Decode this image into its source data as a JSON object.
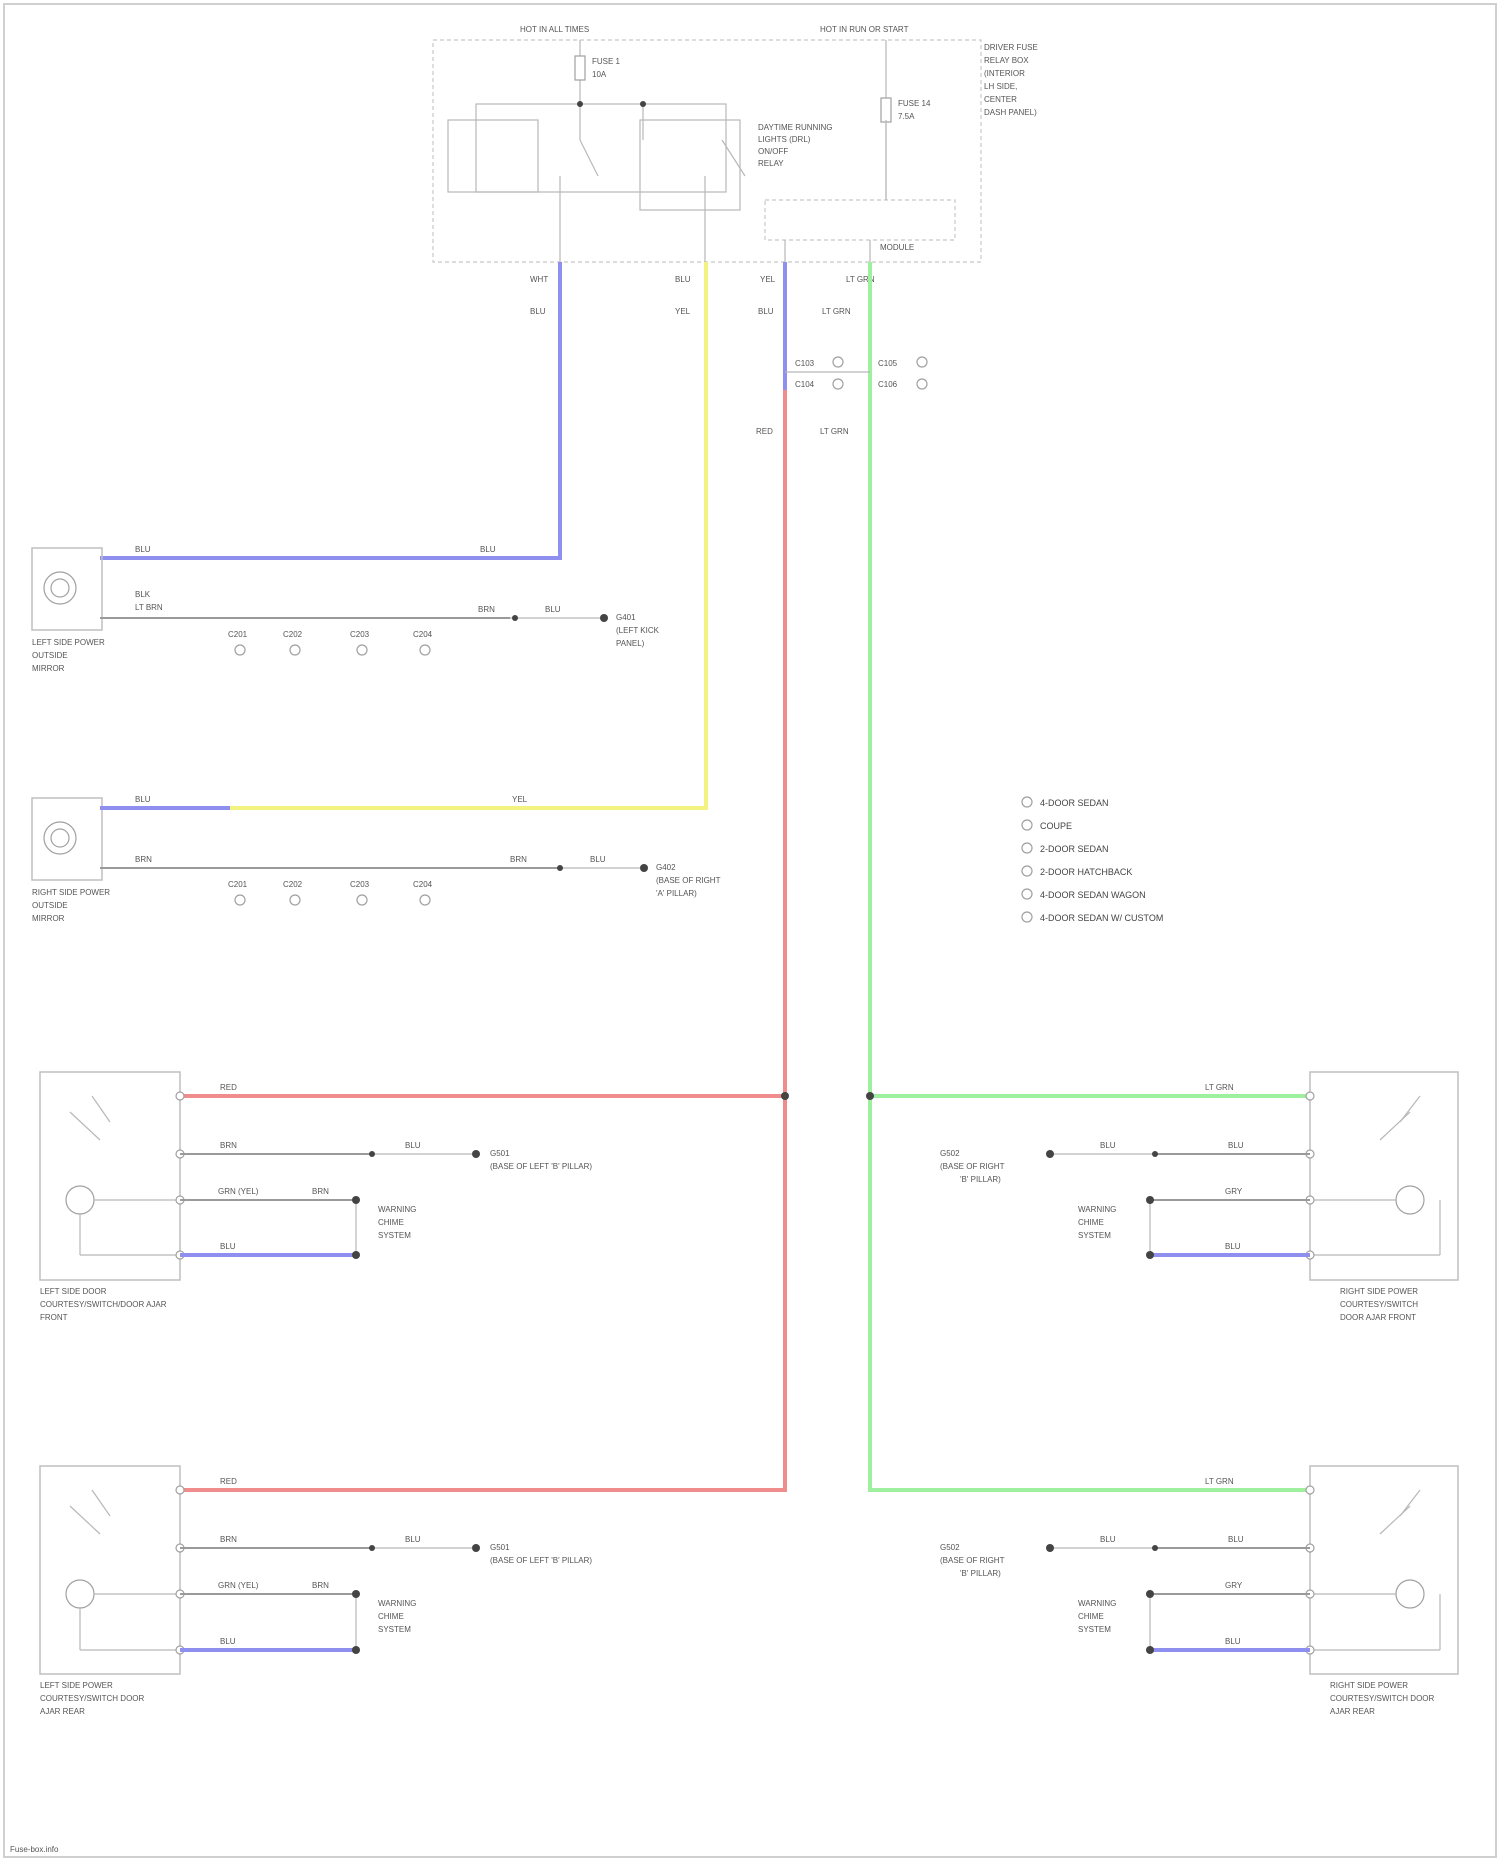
{
  "page": {
    "watermark": "Fuse-box.info"
  },
  "module": {
    "lbl_hot_all": "HOT IN ALL TIMES",
    "lbl_hot_run": "HOT IN RUN OR START",
    "module_title": [
      "DRIVER FUSE",
      "RELAY BOX",
      "(INTERIOR",
      "LH SIDE,",
      "CENTER",
      "DASH PANEL)"
    ],
    "fuse_a": [
      "FUSE 1",
      "10A"
    ],
    "fuse_b": [
      "FUSE 14",
      "7.5A"
    ],
    "relay_label": [
      "DAYTIME RUNNING",
      "LIGHTS (DRL)",
      "ON/OFF",
      "RELAY"
    ],
    "drl_block": "MODULE",
    "pin_labels": [
      "WHT",
      "BLU",
      "YEL",
      "LT GRN"
    ]
  },
  "wires": {
    "top_colors": [
      "BLU",
      "YEL",
      "BLU",
      "LT GRN"
    ],
    "mid_colors": [
      "RED",
      "LT GRN"
    ],
    "connectors": [
      "C103",
      "C104",
      "C105",
      "C106"
    ]
  },
  "left_mirror": {
    "label": [
      "LEFT SIDE POWER",
      "OUTSIDE",
      "MIRROR"
    ],
    "top_wire": "BLU",
    "bottom_wire": [
      "BLK",
      "LT BRN"
    ],
    "bottom_wire_end": "BRN",
    "ground_wire": "BRN",
    "ground_color": "BLU",
    "ground_label": [
      "G401",
      "(LEFT KICK",
      "PANEL)"
    ],
    "connector_ids": [
      "C201",
      "C202",
      "C203",
      "C204"
    ]
  },
  "right_mirror": {
    "label": [
      "RIGHT SIDE POWER",
      "OUTSIDE",
      "MIRROR"
    ],
    "top_wire": "BLU",
    "top_wire_end": "YEL",
    "bottom_wire": "BRN",
    "bottom_wire_end": "BRN",
    "ground_wire": "BLU",
    "ground_label": [
      "G402",
      "(BASE OF RIGHT",
      "'A' PILLAR)"
    ],
    "connector_ids": [
      "C201",
      "C202",
      "C203",
      "C204"
    ]
  },
  "legend": {
    "items": [
      "4-DOOR SEDAN",
      "COUPE",
      "2-DOOR SEDAN",
      "2-DOOR HATCHBACK",
      "4-DOOR SEDAN WAGON",
      "4-DOOR SEDAN W/ CUSTOM"
    ]
  },
  "front_left": {
    "wire_red": "RED",
    "ground_wire": "BRN",
    "ground_color": "BLU",
    "ground_label": [
      "G501",
      "(BASE OF LEFT 'B' PILLAR)"
    ],
    "mid_wire": "GRN (YEL)",
    "mid_wire2": "BRN",
    "bottom_wire": "BLU",
    "system_label": [
      "WARNING",
      "CHIME",
      "SYSTEM"
    ],
    "label": [
      "LEFT SIDE DOOR",
      "COURTESY/SWITCH/DOOR AJAR",
      "FRONT"
    ]
  },
  "front_right": {
    "wire": "LT GRN",
    "ground_label": [
      "G502",
      "(BASE OF RIGHT",
      "'B' PILLAR)"
    ],
    "ground_wire": "BLU",
    "ground_color": "BLU",
    "mid_wire": "GRY",
    "bottom_wire": "BLU",
    "system_label": [
      "WARNING",
      "CHIME",
      "SYSTEM"
    ],
    "label": [
      "RIGHT SIDE POWER",
      "COURTESY/SWITCH",
      "DOOR AJAR FRONT"
    ]
  },
  "rear_left": {
    "wire_red": "RED",
    "ground_wire": "BRN",
    "ground_color": "BLU",
    "ground_label": [
      "G501",
      "(BASE OF LEFT 'B' PILLAR)"
    ],
    "mid_wire": "GRN (YEL)",
    "mid_wire2": "BRN",
    "bottom_wire": "BLU",
    "system_label": [
      "WARNING",
      "CHIME",
      "SYSTEM"
    ],
    "label": [
      "LEFT SIDE POWER",
      "COURTESY/SWITCH DOOR",
      "AJAR REAR"
    ]
  },
  "rear_right": {
    "wire": "LT GRN",
    "ground_label": [
      "G502",
      "(BASE OF RIGHT",
      "'B' PILLAR)"
    ],
    "ground_wire": "BLU",
    "ground_color": "BLU",
    "mid_wire": "GRY",
    "bottom_wire": "BLU",
    "system_label": [
      "WARNING",
      "CHIME",
      "SYSTEM"
    ],
    "label": [
      "RIGHT SIDE POWER",
      "COURTESY/SWITCH DOOR",
      "AJAR REAR"
    ]
  },
  "colors": {
    "blue": "#8f8ff0",
    "yellow": "#f3f380",
    "red": "#f08c8c",
    "green": "#9ef09e"
  }
}
